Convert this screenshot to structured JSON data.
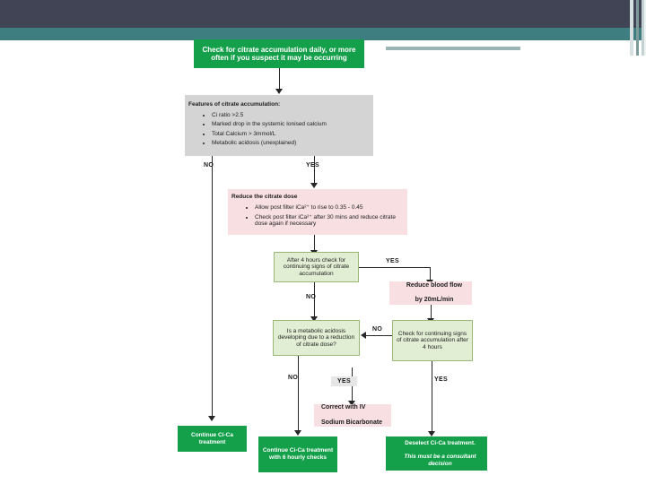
{
  "slide": {
    "template": {
      "band_dark_color": "#414454",
      "band_teal_color": "#3e7d80",
      "accent_grey_color": "#9bb5b5"
    }
  },
  "palette": {
    "green_solid": "#14a04a",
    "green_pale": "#e2eed4",
    "pink": "#f7dfe2",
    "grey": "#d4d4d4",
    "line": "#262626"
  },
  "chart_data": {
    "type": "diagram",
    "title": "Citrate accumulation management flowchart"
  },
  "flow": {
    "start": {
      "text": "Check for citrate accumulation daily, or more often if you suspect it may be occurring"
    },
    "features": {
      "title": "Features of citrate accumulation:",
      "items": [
        "Ci ratio >2.5",
        "Marked drop in the systemic Ionised calcium",
        "Total Calcium > 3mmol/L",
        "Metabolic acidosis (unexplained)"
      ]
    },
    "reduce_dose": {
      "title": "Reduce the citrate dose",
      "items": [
        "Allow post filter iCa²⁺ to rise to 0.35 - 0.45",
        "Check post filter iCa²⁺ after 30 mins and reduce citrate dose again if necessary"
      ]
    },
    "check_4hr": {
      "text": "After 4 hours check for continuing signs of citrate accumulation"
    },
    "reduce_blood_flow": {
      "line1": "Reduce blood flow",
      "line2": "by 20mL/min"
    },
    "metabolic_acidosis": {
      "text": "Is a metabolic acidosis developing due to a reduction of citrate dose?"
    },
    "check_continuing": {
      "text": "Check for continuing signs of citrate accumulation after 4 hours"
    },
    "correct_bicarb": {
      "line1": "Correct with IV",
      "line2": "Sodium Bicarbonate"
    },
    "continue_cica": {
      "text": "Continue Ci-Ca treatment"
    },
    "continue_cica_6hr": {
      "text": "Continue Ci-Ca treatment with 6 hourly checks"
    },
    "deselect": {
      "line1": "Deselect Ci-Ca treatment.",
      "line2": "This must be a consultant decision"
    },
    "labels": {
      "no_features": "NO",
      "yes_features": "YES",
      "yes_check4hr": "YES",
      "no_check4hr": "NO",
      "no_acidosis": "NO",
      "yes_acidosis": "YES",
      "no_metabolic": "NO",
      "yes_correct": "YES",
      "yes_right": "YES"
    }
  }
}
